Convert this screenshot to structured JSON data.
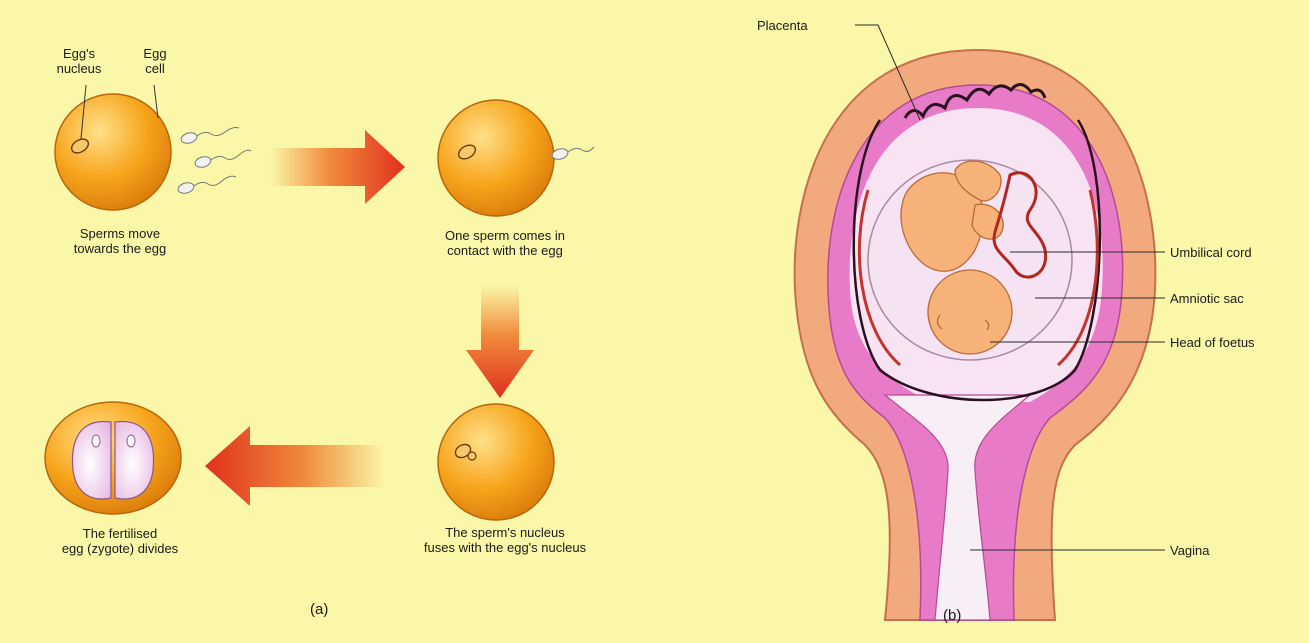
{
  "panel_a": {
    "label": "(a)",
    "egg_nucleus_label": [
      "Egg's",
      "nucleus"
    ],
    "egg_cell_label": [
      "Egg",
      "cell"
    ],
    "step1": [
      "Sperms move",
      "towards the egg"
    ],
    "step2": [
      "One sperm comes in",
      "contact with the egg"
    ],
    "step3": [
      "The sperm's nucleus",
      "fuses with the egg's nucleus"
    ],
    "step4": [
      "The fertilised",
      "egg (zygote) divides"
    ]
  },
  "panel_b": {
    "label": "(b)",
    "placenta": "Placenta",
    "umbilical_cord": "Umbilical cord",
    "amniotic_sac": "Amniotic sac",
    "head_of_foetus": "Head of foetus",
    "vagina": "Vagina"
  },
  "colors": {
    "background": "#fbf7a8",
    "egg": "#f5a623",
    "arrow": "#e0301e",
    "uterus_wall": "#f2a97e",
    "lining": "#e87bc7",
    "sac": "#f3dff1",
    "foetus": "#f7b27a",
    "cord": "#b3261e"
  }
}
